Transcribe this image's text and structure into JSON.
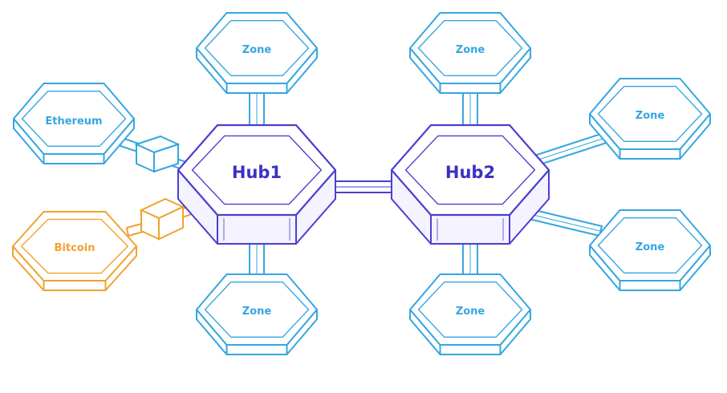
{
  "colors": {
    "zone": "#35a6e0",
    "hub": "#4b3fd0",
    "bitcoin": "#f0a22e",
    "hub_text": "#3b31c4",
    "background": "#ffffff"
  },
  "hubs": [
    {
      "id": "hub1",
      "label": "Hub1"
    },
    {
      "id": "hub2",
      "label": "Hub2"
    }
  ],
  "zones": [
    {
      "id": "zone-hub1-top",
      "label": "Zone",
      "connects_to": "Hub1"
    },
    {
      "id": "zone-hub1-bottom",
      "label": "Zone",
      "connects_to": "Hub1"
    },
    {
      "id": "zone-hub2-top",
      "label": "Zone",
      "connects_to": "Hub2"
    },
    {
      "id": "zone-hub2-upper-right",
      "label": "Zone",
      "connects_to": "Hub2"
    },
    {
      "id": "zone-hub2-lower-right",
      "label": "Zone",
      "connects_to": "Hub2"
    },
    {
      "id": "zone-hub2-bottom",
      "label": "Zone",
      "connects_to": "Hub2"
    },
    {
      "id": "ethereum",
      "label": "Ethereum",
      "connects_to": "Hub1",
      "via": "peg-zone"
    },
    {
      "id": "bitcoin",
      "label": "Bitcoin",
      "connects_to": "Hub1",
      "via": "peg-zone"
    }
  ]
}
